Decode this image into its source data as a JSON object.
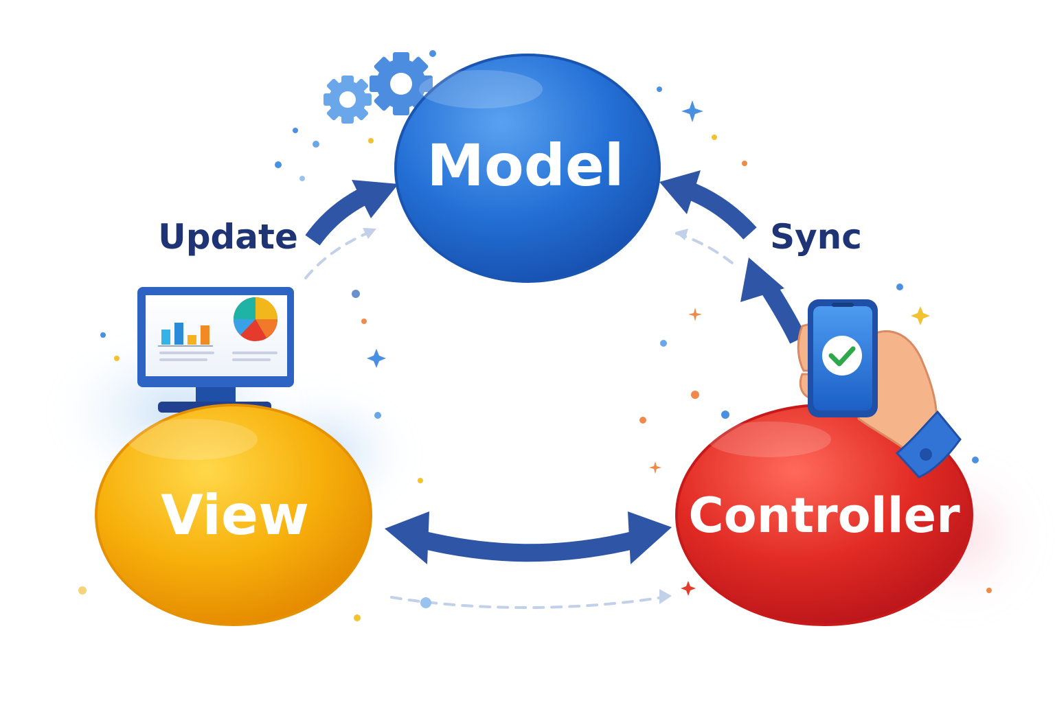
{
  "nodes": {
    "model": {
      "label": "Model",
      "color": "#1f63c9"
    },
    "view": {
      "label": "View",
      "color": "#f4a000"
    },
    "controller": {
      "label": "Controller",
      "color": "#d81f1f"
    }
  },
  "edges": {
    "update": {
      "label": "Update"
    },
    "sync": {
      "label": "Sync"
    }
  },
  "colors": {
    "arrow": "#2f55a6",
    "dashed_arrow": "#c3d0ea",
    "edge_label": "#1e3474",
    "accent_blue": "#4a90e2",
    "accent_orange": "#ef8a4a",
    "accent_yellow": "#f2c230"
  },
  "icons": {
    "gears": "gears-icon",
    "monitor": "monitor-dashboard-icon",
    "phone": "smartphone-check-icon",
    "hand": "hand-icon"
  }
}
